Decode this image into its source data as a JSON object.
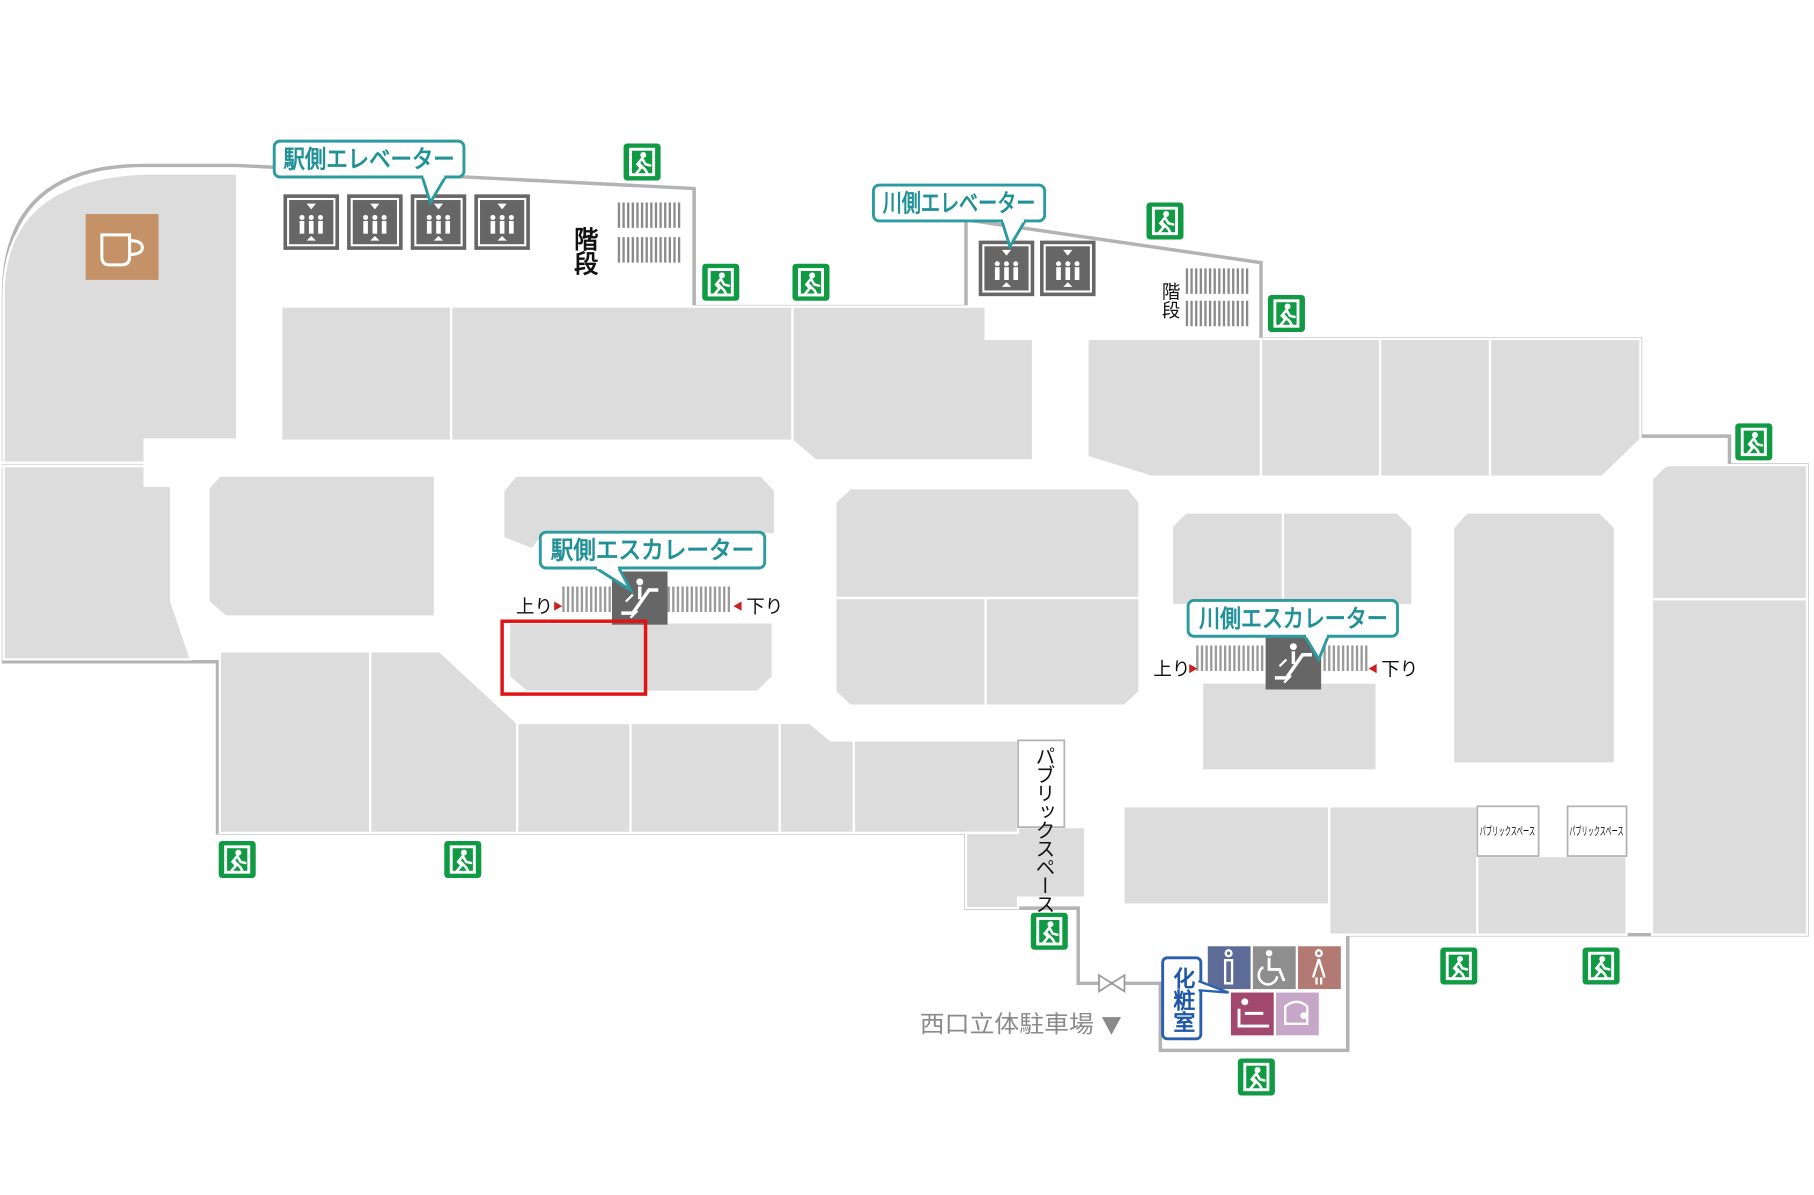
{
  "colors": {
    "shop": "#dcdcdc",
    "wall": "#b3b3b3",
    "callout": "#2c9ba0",
    "exit": "#0f9a43",
    "elevator": "#666666",
    "cafe": "#c49266",
    "selection": "#e01414",
    "restroom_male": "#5d6c96",
    "restroom_female": "#b37a73",
    "restroom_accessible": "#8e8e8e",
    "baby_room": "#a2486e",
    "nursing_room": "#c7a7c7"
  },
  "callouts": {
    "station_elevator": "駅側エレベーター",
    "river_elevator": "川側エレベーター",
    "station_escalator": "駅側エスカレーター",
    "river_escalator": "川側エスカレーター",
    "powder_room": "化粧室"
  },
  "labels": {
    "stairs": "階段",
    "up": "上り",
    "down": "下り",
    "public_space": "パブリックスペース",
    "public_space_small": "パブリックスペース",
    "parking": "西口立体駐車場 ▼"
  },
  "icons": {
    "exit": "emergency-exit-icon",
    "elevator": "elevator-icon",
    "escalator": "escalator-icon",
    "cafe": "cafe-cup-icon",
    "male": "male-restroom-icon",
    "accessible": "accessible-restroom-icon",
    "female": "female-restroom-icon",
    "baby": "baby-care-icon",
    "nursing": "nursing-room-icon"
  }
}
